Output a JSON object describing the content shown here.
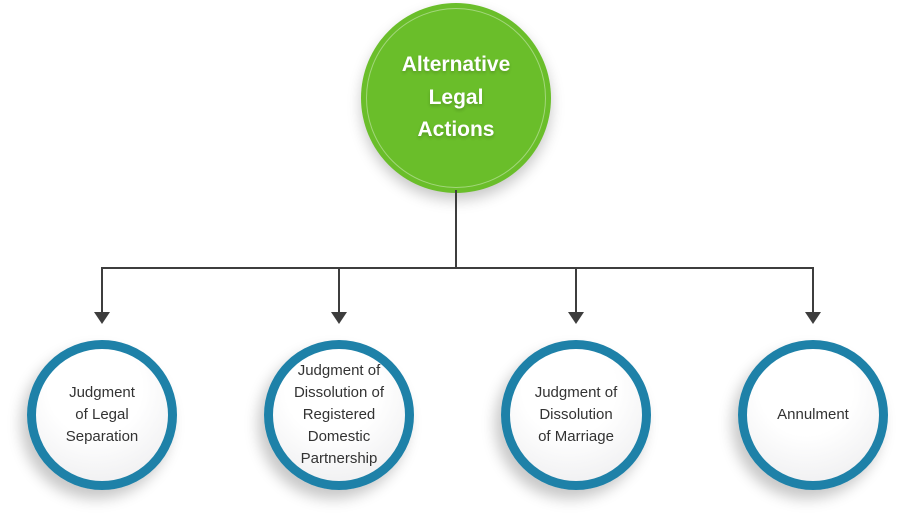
{
  "diagram": {
    "root": {
      "label": "Alternative\nLegal\nActions"
    },
    "children": [
      {
        "label": "Judgment\nof Legal\nSeparation"
      },
      {
        "label": "Judgment of\nDissolution of\nRegistered\nDomestic\nPartnership"
      },
      {
        "label": "Judgment of\nDissolution\nof Marriage"
      },
      {
        "label": "Annulment"
      }
    ]
  },
  "colors": {
    "background": "#ffffff",
    "root_fill": "#6abe2a",
    "root_text": "#ffffff",
    "child_border": "#1e81a8",
    "child_text": "#333333",
    "connector": "#3d3d3d"
  }
}
